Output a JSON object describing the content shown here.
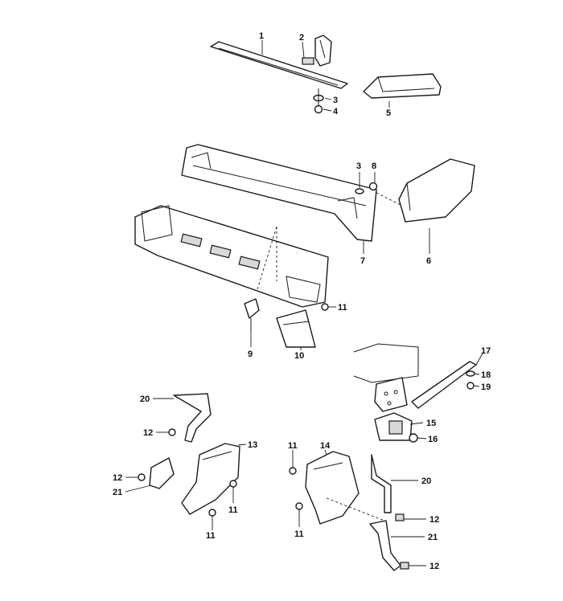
{
  "callouts": {
    "c1": "1",
    "c2": "2",
    "c3a": "3",
    "c4": "4",
    "c5": "5",
    "c3b": "3",
    "c8": "8",
    "c6": "6",
    "c7": "7",
    "c11a": "11",
    "c9": "9",
    "c10": "10",
    "c17": "17",
    "c18": "18",
    "c19": "19",
    "c15": "15",
    "c16": "16",
    "c20a": "20",
    "c12a": "12",
    "c13": "13",
    "c12b": "12",
    "c21a": "21",
    "c11b": "11",
    "c11c": "11",
    "c11d": "11",
    "c14": "14",
    "c20b": "20",
    "c11e": "11",
    "c12c": "12",
    "c21b": "21",
    "c12d": "12"
  },
  "colors": {
    "line": "#1a1a1a",
    "shade": "#d9d9d9",
    "background": "#ffffff"
  }
}
